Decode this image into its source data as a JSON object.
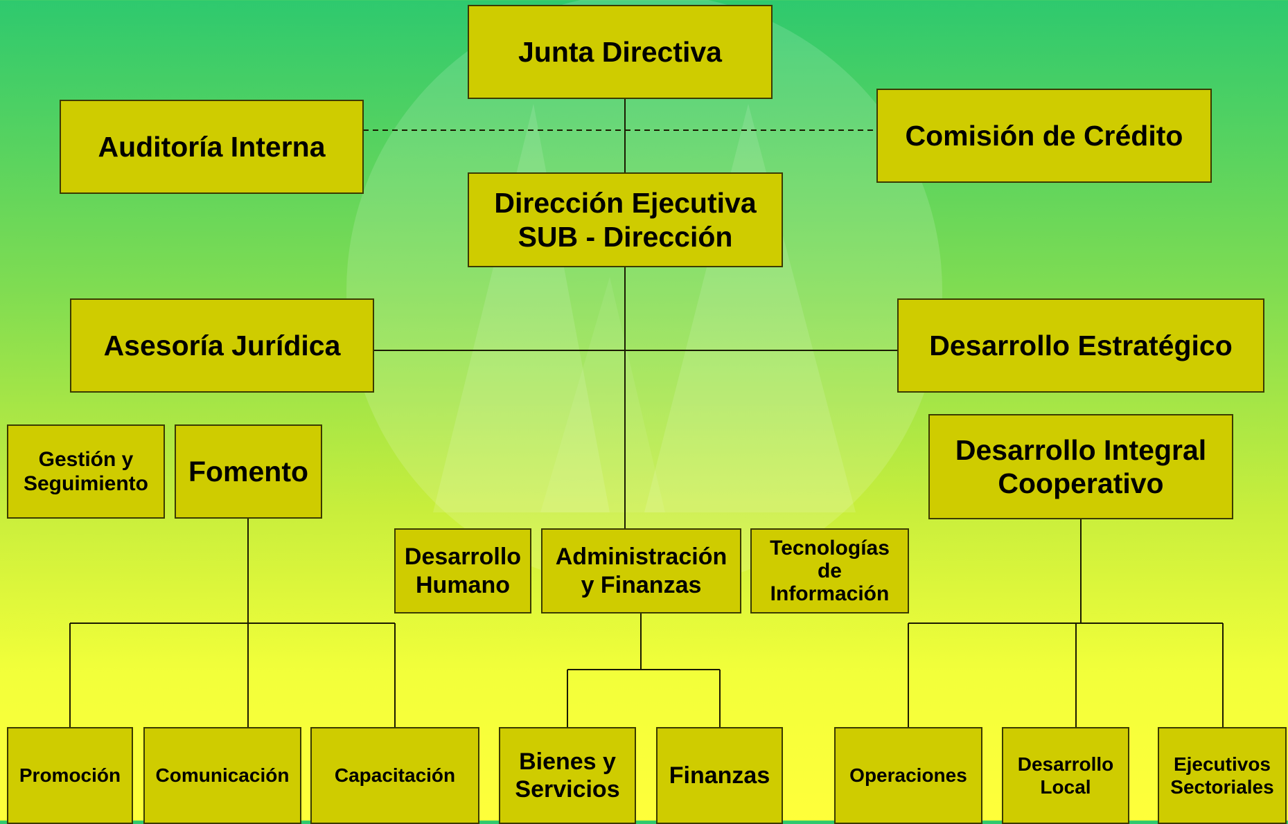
{
  "org_chart": {
    "junta_directiva": "Junta Directiva",
    "auditoria_interna": "Auditoría Interna",
    "comision_credito": "Comisión de Crédito",
    "direccion_ejecutiva": "Dirección Ejecutiva\nSUB - Dirección",
    "asesoria_juridica": "Asesoría Jurídica",
    "desarrollo_estrategico": "Desarrollo Estratégico",
    "gestion_seguimiento": "Gestión y\nSeguimiento",
    "fomento": "Fomento",
    "desarrollo_integral": "Desarrollo Integral\nCooperativo",
    "desarrollo_humano": "Desarrollo\nHumano",
    "administracion_finanzas": "Administración\ny  Finanzas",
    "tecnologias_informacion": "Tecnologías\nde\nInformación",
    "promocion": "Promoción",
    "comunicacion": "Comunicación",
    "capacitacion": "Capacitación",
    "bienes_servicios": "Bienes y\nServicios",
    "finanzas": "Finanzas",
    "operaciones": "Operaciones",
    "desarrollo_local": "Desarrollo\nLocal",
    "ejecutivos_sectoriales": "Ejecutivos\nSectoriales"
  },
  "colors": {
    "box_fill": "#cfcc00",
    "box_border": "#3a3a00",
    "background_top": "#2ec96e",
    "background_bottom": "#ffff3a"
  }
}
